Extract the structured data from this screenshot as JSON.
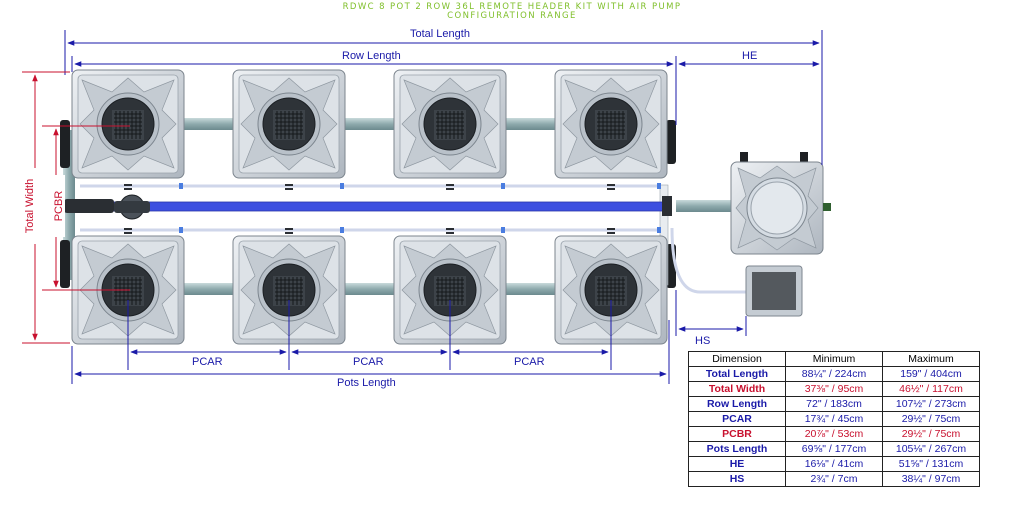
{
  "title": {
    "line1": "RDWC 8 POT 2 ROW 36L REMOTE HEADER KIT WITH AIR PUMP",
    "line2": "CONFIGURATION RANGE"
  },
  "labels": {
    "total_length": "Total Length",
    "row_length": "Row Length",
    "he": "HE",
    "hs": "HS",
    "total_width": "Total Width",
    "pcbr": "PCBR",
    "pcar": "PCAR",
    "pots_length": "Pots Length"
  },
  "table": {
    "headers": [
      "Dimension",
      "Minimum",
      "Maximum"
    ],
    "rows": [
      {
        "name": "Total Length",
        "min": "88¼\" / 224cm",
        "max": "159\" / 404cm",
        "color": "blue"
      },
      {
        "name": "Total Width",
        "min": "37⅜\" / 95cm",
        "max": "46½\" / 117cm",
        "color": "red"
      },
      {
        "name": "Row Length",
        "min": "72\" / 183cm",
        "max": "107½\" / 273cm",
        "color": "blue"
      },
      {
        "name": "PCAR",
        "min": "17¾\" / 45cm",
        "max": "29½\" / 75cm",
        "color": "blue"
      },
      {
        "name": "PCBR",
        "min": "20⅞\" / 53cm",
        "max": "29½\" / 75cm",
        "color": "red"
      },
      {
        "name": "Pots Length",
        "min": "69⅝\" / 177cm",
        "max": "105⅛\" / 267cm",
        "color": "blue"
      },
      {
        "name": "HE",
        "min": "16⅛\" / 41cm",
        "max": "51⅝\" / 131cm",
        "color": "blue"
      },
      {
        "name": "HS",
        "min": "2¾\" / 7cm",
        "max": "38¼\" / 97cm",
        "color": "blue"
      }
    ]
  },
  "colors": {
    "title": "#7fbf2a",
    "dimension_blue": "#1a1aa8",
    "dimension_red": "#c8102e",
    "water_pipe": "#3d4fe0",
    "pot_body": "#d7dde3",
    "connector_pipe": "#9fb8bb"
  },
  "icons": [
    "pot-icon",
    "header-tank-icon",
    "air-pump-icon",
    "water-pump-icon"
  ]
}
